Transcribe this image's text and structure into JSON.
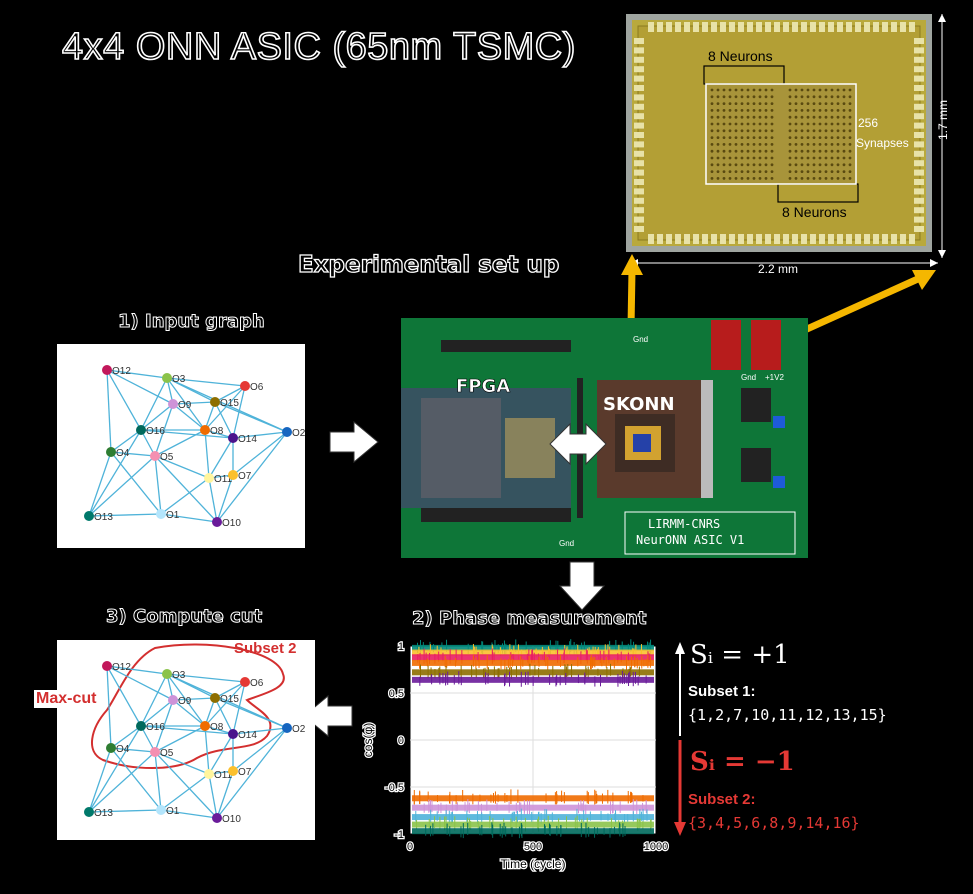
{
  "title": "4x4 ONN ASIC (65nm TSMC)",
  "chip": {
    "neurons_top": "8 Neurons",
    "neurons_bottom": "8 Neurons",
    "synapses_count": "256",
    "synapses_label": "Synapses",
    "width_label": "2.2 mm",
    "height_label": "1.7 mm"
  },
  "setup": {
    "title": "Experimental set up",
    "fpga_label": "FPGA",
    "skonn_label": "SKONN",
    "board_line1": "LIRMM-CNRS",
    "board_line2": "NeurONN ASIC V1",
    "gnd1": "Gnd",
    "gnd2": "Gnd",
    "gnd3": "Gnd",
    "v12": "+1V2"
  },
  "input_graph": {
    "title": "1) Input graph",
    "nodes": [
      {
        "id": "O12",
        "color": "#c2185b"
      },
      {
        "id": "O3",
        "color": "#8bc34a"
      },
      {
        "id": "O6",
        "color": "#e53935"
      },
      {
        "id": "O9",
        "color": "#ce93d8"
      },
      {
        "id": "O15",
        "color": "#8d6e00"
      },
      {
        "id": "O16",
        "color": "#00695c"
      },
      {
        "id": "O8",
        "color": "#ef6c00"
      },
      {
        "id": "O14",
        "color": "#4a148c"
      },
      {
        "id": "O2",
        "color": "#1565c0"
      },
      {
        "id": "O4",
        "color": "#2e7d32"
      },
      {
        "id": "O5",
        "color": "#f48fb1"
      },
      {
        "id": "O11",
        "color": "#fff59d"
      },
      {
        "id": "O7",
        "color": "#fbc02d"
      },
      {
        "id": "O13",
        "color": "#00796b"
      },
      {
        "id": "O1",
        "color": "#b3e5fc"
      },
      {
        "id": "O10",
        "color": "#6a1b9a"
      }
    ]
  },
  "compute_cut": {
    "title": "3) Compute cut",
    "maxcut_label": "Max-cut",
    "subset2_label": "Subset 2"
  },
  "phase": {
    "title": "2) Phase measurement",
    "ylabel": "cos(φ)",
    "xlabel": "Time (cycle)",
    "yticks": [
      "1",
      "0.5",
      "0",
      "-0.5",
      "-1"
    ],
    "xticks": [
      "0",
      "500",
      "1000"
    ]
  },
  "legend": {
    "s_plus": "Sᵢ = +1",
    "subset1_label": "Subset 1:",
    "subset1_values": "{1,2,7,10,11,12,13,15}",
    "s_minus": "Sᵢ = −1",
    "subset2_label": "Subset 2:",
    "subset2_values": "{3,4,5,6,8,9,14,16}"
  },
  "colors": {
    "arrow_yellow": "#f5b700",
    "edge_blue": "#4fb3d9",
    "cut_red": "#d32f2f",
    "chip_gold": "#b8a83a",
    "board_green": "#0f7a3a"
  }
}
